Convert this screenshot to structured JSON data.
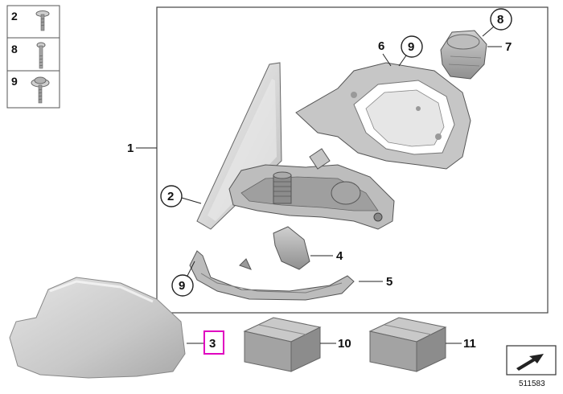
{
  "diagram": {
    "reference_number": "511583",
    "legend": [
      {
        "number": "2",
        "icon": "screw-icon"
      },
      {
        "number": "8",
        "icon": "long-bolt-icon"
      },
      {
        "number": "9",
        "icon": "flange-screw-icon"
      }
    ],
    "callouts": {
      "c1": "1",
      "c2": "2",
      "c3": "3",
      "c4": "4",
      "c5": "5",
      "c6": "6",
      "c7": "7",
      "c8": "8",
      "c9_top": "9",
      "c9_bottom": "9",
      "c10": "10",
      "c11": "11"
    },
    "highlight_color": "#e000c0",
    "part_icons": [
      "mirror-glass-icon",
      "mirror-base-motor-icon",
      "mirror-housing-frame-icon",
      "mirror-motor-icon",
      "mirror-cap-cover-icon",
      "bracket-icon",
      "trim-strip-icon",
      "parts-box-icon",
      "parts-box-icon",
      "navigation-arrow-icon"
    ]
  }
}
